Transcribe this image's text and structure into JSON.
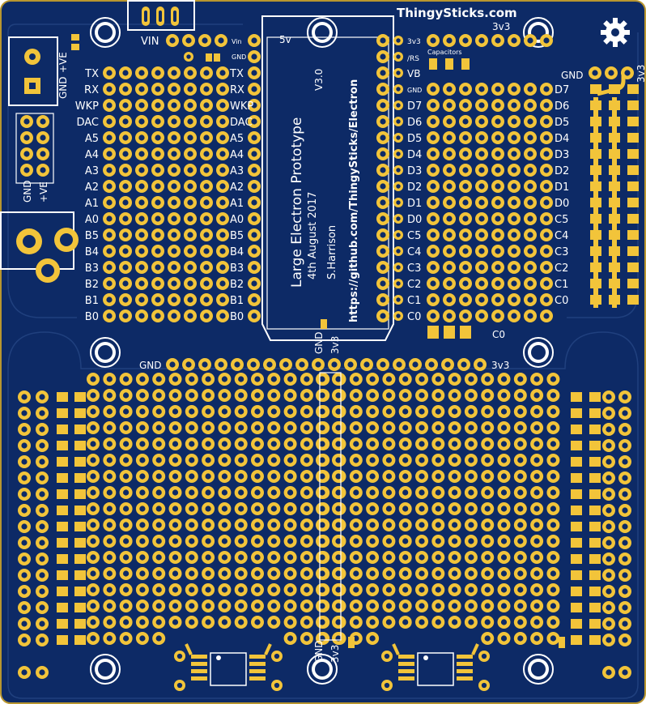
{
  "board": {
    "brand": "ThingySticks.com",
    "title": "Large Electron Prototype",
    "version": "V3.0",
    "date": "4th August 2017",
    "author": "S.Harrison",
    "url": "https://github.com/ThingySticks/Electron",
    "capacitors_label": "Capacitors",
    "colors": {
      "substrate": "#0d2a66",
      "copper": "#f2c43a",
      "silkscreen": "#ffffff",
      "hole": "#0d2a66",
      "edge": "#b8962f"
    }
  },
  "labels": {
    "vin_header": "VIN",
    "power_gnd": "GND",
    "power_ve": "+VE",
    "left_pins": [
      "TX",
      "RX",
      "WKP",
      "DAC",
      "A5",
      "A4",
      "A3",
      "A2",
      "A1",
      "A0",
      "B5",
      "B4",
      "B3",
      "B2",
      "B1",
      "B0"
    ],
    "inner_left_pins": [
      "TX",
      "RX",
      "WKP",
      "DAC",
      "A5",
      "A4",
      "A3",
      "A2",
      "A1",
      "A0",
      "B5",
      "B4",
      "B3",
      "B2",
      "B1",
      "B0"
    ],
    "module_left_top": [
      "Vin",
      "GND"
    ],
    "module_5v": "5v",
    "module_right_top": [
      "3v3",
      "/RS",
      "VB",
      "GND"
    ],
    "right_pins": [
      "D7",
      "D6",
      "D5",
      "D4",
      "D3",
      "D2",
      "D1",
      "D0",
      "C5",
      "C4",
      "C3",
      "C2",
      "C1",
      "C0"
    ],
    "far_right_pins": [
      "GND",
      "D7",
      "D6",
      "D5",
      "D4",
      "D3",
      "D2",
      "D1",
      "D0",
      "C5",
      "C4",
      "C3",
      "C2",
      "C1",
      "C0"
    ],
    "top_right_3v3": "3v3",
    "right_header_gnd": "GND",
    "right_header_3v3": "3v3",
    "bottom_c0": "C0",
    "rail_gnd": "GND",
    "rail_3v3": "3v3",
    "vertical_gnd": "GND",
    "vertical_3v3": "3v3"
  }
}
